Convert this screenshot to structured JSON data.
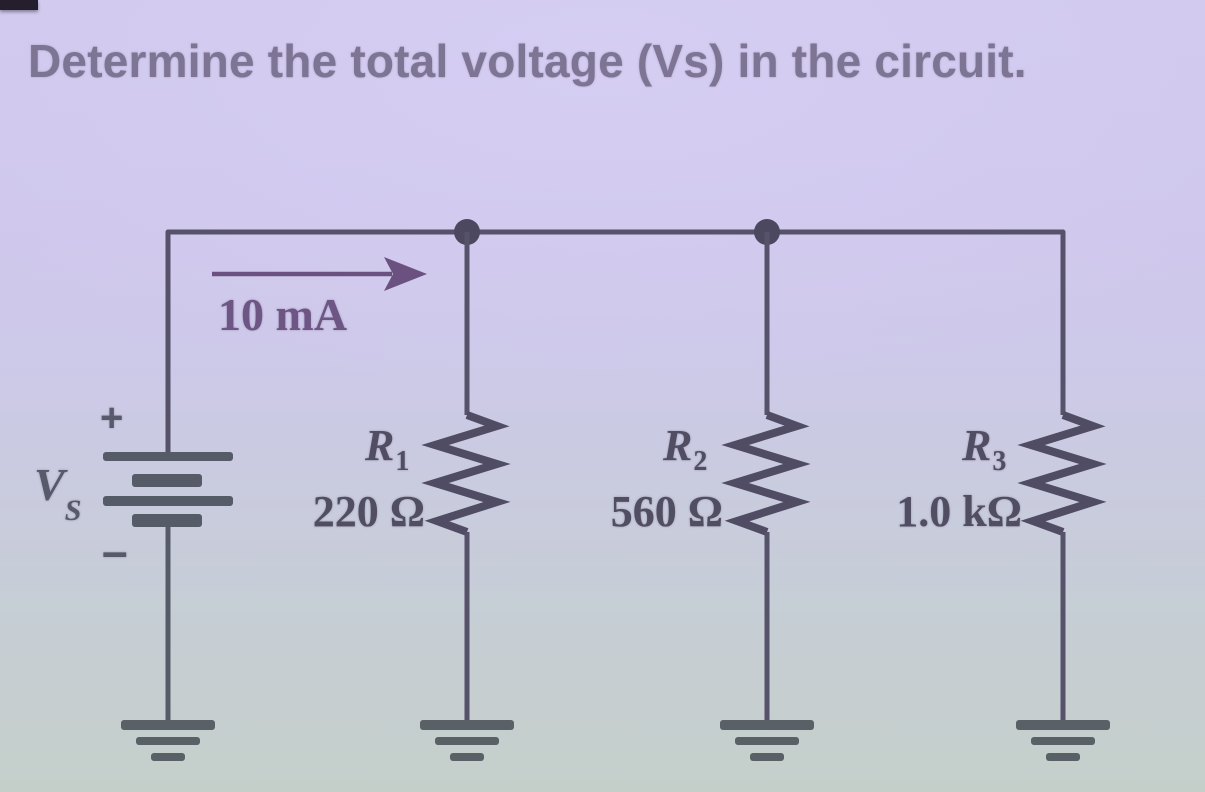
{
  "page": {
    "title": "Determine the total voltage (Vs) in the circuit."
  },
  "circuit": {
    "current_source": {
      "label": "10 mA"
    },
    "voltage_source": {
      "name_main": "V",
      "name_sub": "S",
      "plus_sign": "+",
      "minus_sign": "–"
    },
    "resistors": [
      {
        "name_main": "R",
        "name_sub": "1",
        "value": "220 Ω"
      },
      {
        "name_main": "R",
        "name_sub": "2",
        "value": "560 Ω"
      },
      {
        "name_main": "R",
        "name_sub": "3",
        "value": "1.0 kΩ"
      }
    ],
    "colors": {
      "background_top": "#d1caee",
      "background_bottom": "#c5cfca",
      "wire": "#55526a",
      "component_gray": "#565b68",
      "current_accent": "#6b5180",
      "title_text": "#7e7494",
      "label_text": "#514e64"
    }
  }
}
